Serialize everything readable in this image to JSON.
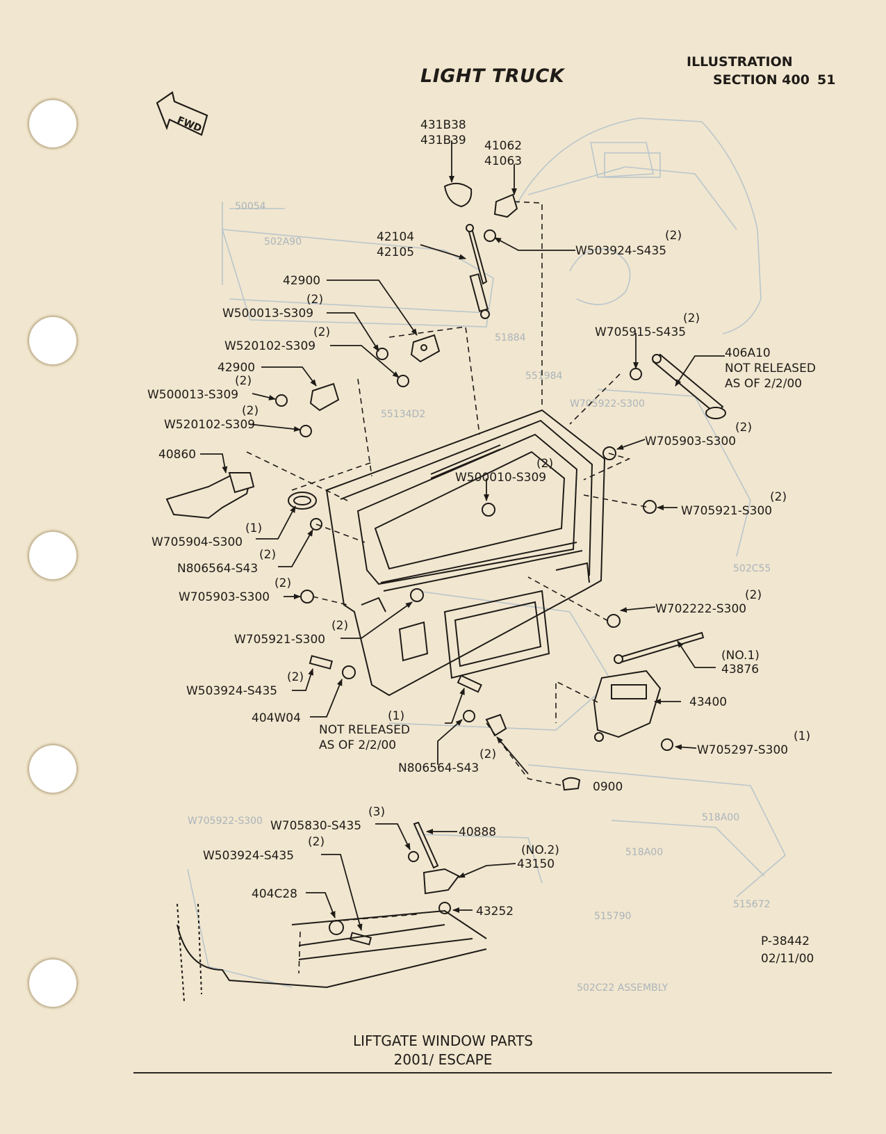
{
  "header": {
    "title": "LIGHT TRUCK",
    "illustration_label": "ILLUSTRATION",
    "section_label": "SECTION 400",
    "page_number": "51"
  },
  "direction_arrow": {
    "label": "FWD",
    "icon": "forward-arrow-icon"
  },
  "callouts": [
    {
      "id": "c1",
      "lines": [
        "431B38",
        "431B39"
      ]
    },
    {
      "id": "c2",
      "lines": [
        "41062",
        "41063"
      ]
    },
    {
      "id": "c3",
      "lines": [
        "42104",
        "42105"
      ]
    },
    {
      "id": "c4",
      "lines": [
        "(2)",
        "W503924-S435"
      ]
    },
    {
      "id": "c5",
      "lines": [
        "42900"
      ]
    },
    {
      "id": "c6",
      "lines": [
        "(2)",
        "W500013-S309"
      ]
    },
    {
      "id": "c7",
      "lines": [
        "(2)",
        "W520102-S309"
      ]
    },
    {
      "id": "c8",
      "lines": [
        "(2)",
        "W705915-S435"
      ]
    },
    {
      "id": "c9",
      "lines": [
        "406A10",
        "NOT RELEASED",
        "AS OF 2/2/00"
      ]
    },
    {
      "id": "c10",
      "lines": [
        "42900"
      ]
    },
    {
      "id": "c11",
      "lines": [
        "(2)",
        "W500013-S309"
      ]
    },
    {
      "id": "c12",
      "lines": [
        "(2)",
        "W520102-S309"
      ]
    },
    {
      "id": "c13",
      "lines": [
        "(2)",
        "W705903-S300"
      ]
    },
    {
      "id": "c14",
      "lines": [
        "40860"
      ]
    },
    {
      "id": "c15",
      "lines": [
        "(2)",
        "W500010-S309"
      ]
    },
    {
      "id": "c16",
      "lines": [
        "(2)",
        "W705921-S300"
      ]
    },
    {
      "id": "c17",
      "lines": [
        "(1)",
        "W705904-S300"
      ]
    },
    {
      "id": "c18",
      "lines": [
        "(2)",
        "N806564-S43"
      ]
    },
    {
      "id": "c19",
      "lines": [
        "(2)",
        "W705903-S300"
      ]
    },
    {
      "id": "c20",
      "lines": [
        "(2)",
        "W702222-S300"
      ]
    },
    {
      "id": "c21",
      "lines": [
        "(2)",
        "W705921-S300"
      ]
    },
    {
      "id": "c22",
      "lines": [
        "(NO.1)",
        "43876"
      ]
    },
    {
      "id": "c23",
      "lines": [
        "(2)",
        "W503924-S435"
      ]
    },
    {
      "id": "c24",
      "lines": [
        "43400"
      ]
    },
    {
      "id": "c25",
      "lines": [
        "404W04"
      ]
    },
    {
      "id": "c26",
      "lines": [
        "(1)",
        "NOT RELEASED",
        "AS OF 2/2/00"
      ]
    },
    {
      "id": "c27",
      "lines": [
        "(1)",
        "W705297-S300"
      ]
    },
    {
      "id": "c28",
      "lines": [
        "(2)",
        "N806564-S43"
      ]
    },
    {
      "id": "c29",
      "lines": [
        "0900"
      ]
    },
    {
      "id": "c30",
      "lines": [
        "(3)",
        "W705830-S435"
      ]
    },
    {
      "id": "c31",
      "lines": [
        "40888"
      ]
    },
    {
      "id": "c32",
      "lines": [
        "(2)",
        "W503924-S435"
      ]
    },
    {
      "id": "c33",
      "lines": [
        "(NO.2)",
        "43150"
      ]
    },
    {
      "id": "c34",
      "lines": [
        "404C28"
      ]
    },
    {
      "id": "c35",
      "lines": [
        "43252"
      ]
    }
  ],
  "reference": {
    "number": "P-38442",
    "date": "02/11/00"
  },
  "caption": {
    "line1": "LIFTGATE WINDOW PARTS",
    "line2": "2001/ ESCAPE"
  }
}
